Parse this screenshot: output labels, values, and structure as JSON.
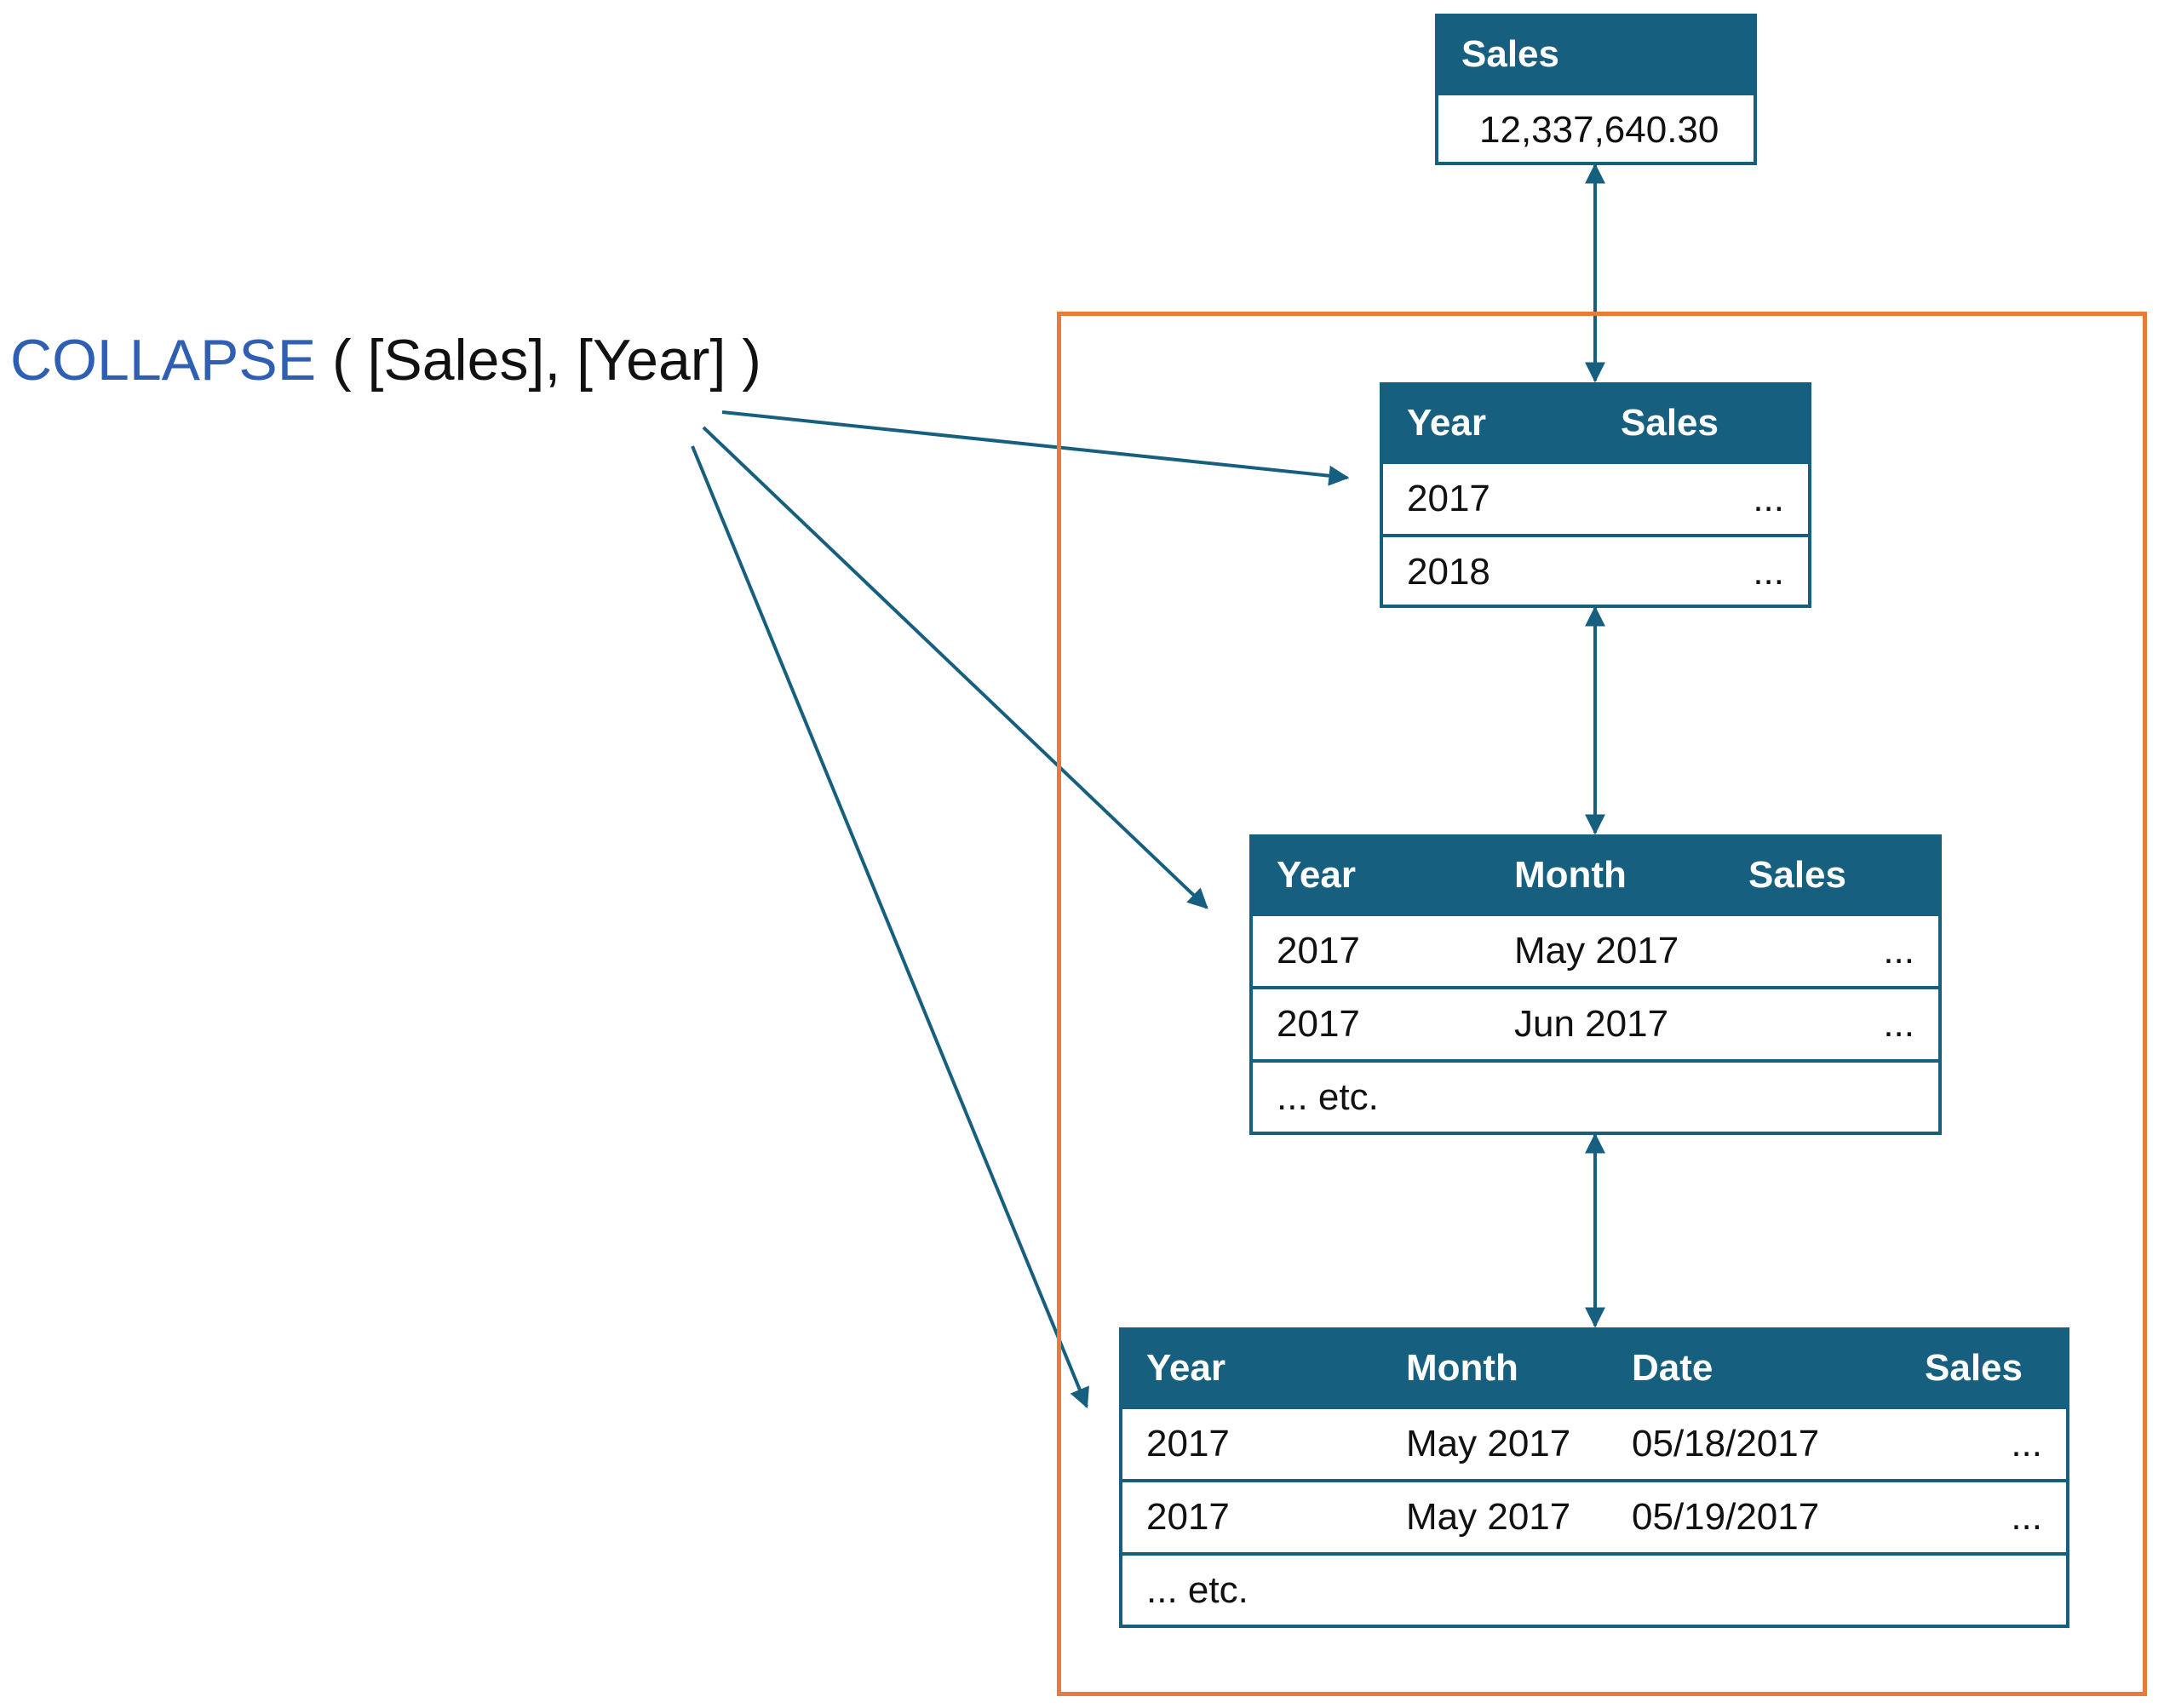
{
  "formula": {
    "function_name": "COLLAPSE",
    "arguments": " ( [Sales], [Year] )"
  },
  "colors": {
    "table_header": "#175f7f",
    "arrow": "#175f7f",
    "frame": "#e87a3c",
    "function_name": "#2f5fb3"
  },
  "table_total": {
    "headers": [
      "Sales"
    ],
    "rows": [
      [
        "12,337,640.30"
      ]
    ]
  },
  "table_year": {
    "headers": [
      "Year",
      "Sales"
    ],
    "rows": [
      [
        "2017",
        "..."
      ],
      [
        "2018",
        "..."
      ]
    ]
  },
  "table_month": {
    "headers": [
      "Year",
      "Month",
      "Sales"
    ],
    "rows": [
      [
        "2017",
        "May 2017",
        "..."
      ],
      [
        "2017",
        "Jun 2017",
        "..."
      ]
    ],
    "etc": "... etc."
  },
  "table_date": {
    "headers": [
      "Year",
      "Month",
      "Date",
      "Sales"
    ],
    "rows": [
      [
        "2017",
        "May 2017",
        "05/18/2017",
        "..."
      ],
      [
        "2017",
        "May 2017",
        "05/19/2017",
        "..."
      ]
    ],
    "etc": "... etc."
  }
}
